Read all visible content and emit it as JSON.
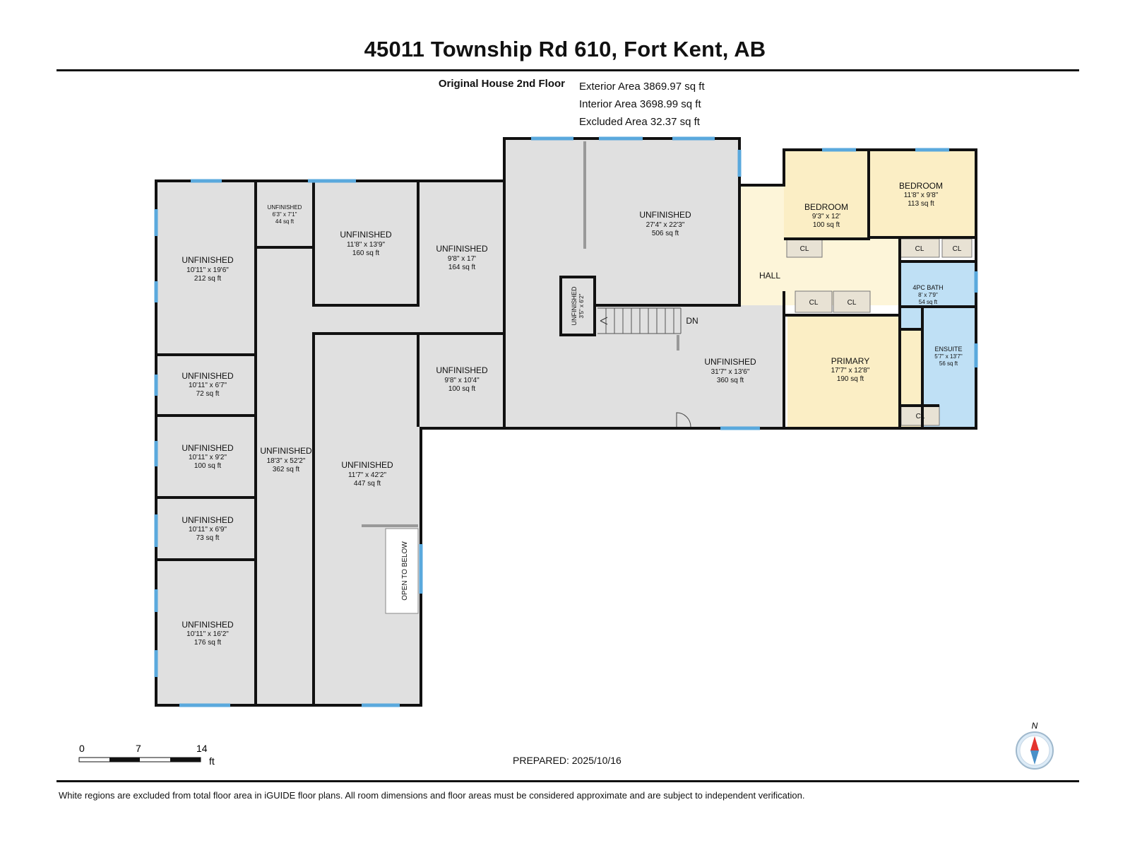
{
  "header": {
    "address": "45011 Township Rd 610, Fort Kent, AB",
    "floor_name": "Original House 2nd Floor",
    "exterior_area": "Exterior Area 3869.97 sq ft",
    "interior_area": "Interior Area 3698.99 sq ft",
    "excluded_area": "Excluded Area 32.37 sq ft"
  },
  "colors": {
    "wall": "#111111",
    "unfinished": "#e0e0e0",
    "bedroom": "#fbeec5",
    "hall": "#fdf5d9",
    "bath": "#bfe0f5",
    "closet": "#e8e2d4",
    "window": "#5aa9dd"
  },
  "rooms": {
    "r1": {
      "name": "UNFINISHED",
      "dims": "10'11\" x 19'6\"",
      "area": "212 sq ft"
    },
    "r2": {
      "name": "UNFINISHED",
      "dims": "6'3\" x 7'1\"",
      "area": "44 sq ft"
    },
    "r3": {
      "name": "UNFINISHED",
      "dims": "11'8\" x 13'9\"",
      "area": "160 sq ft"
    },
    "r4": {
      "name": "UNFINISHED",
      "dims": "9'8\" x 17'",
      "area": "164 sq ft"
    },
    "r5": {
      "name": "UNFINISHED",
      "dims": "27'4\" x 22'3\"",
      "area": "506 sq ft"
    },
    "r6": {
      "name": "BEDROOM",
      "dims": "9'3\" x 12'",
      "area": "100 sq ft"
    },
    "r7": {
      "name": "BEDROOM",
      "dims": "11'8\" x 9'8\"",
      "area": "113 sq ft"
    },
    "r8": {
      "name": "UNFINISHED",
      "dims": "10'11\" x 6'7\"",
      "area": "72 sq ft"
    },
    "r9": {
      "name": "UNFINISHED",
      "dims": "9'8\" x 10'4\"",
      "area": "100 sq ft"
    },
    "r10": {
      "name": "UNFINISHED",
      "dims": "31'7\" x 13'6\"",
      "area": "360 sq ft"
    },
    "r11": {
      "name": "PRIMARY",
      "dims": "17'7\" x 12'8\"",
      "area": "190 sq ft"
    },
    "r12": {
      "name": "4PC BATH",
      "dims": "8' x 7'9\"",
      "area": "54 sq ft"
    },
    "r13": {
      "name": "ENSUITE",
      "dims": "5'7\" x 13'7\"",
      "area": "56 sq ft"
    },
    "r14": {
      "name": "UNFINISHED",
      "dims": "10'11\" x 9'2\"",
      "area": "100 sq ft"
    },
    "r15": {
      "name": "UNFINISHED",
      "dims": "18'3\" x 52'2\"",
      "area": "362 sq ft"
    },
    "r16": {
      "name": "UNFINISHED",
      "dims": "11'7\" x 42'2\"",
      "area": "447 sq ft"
    },
    "r17": {
      "name": "UNFINISHED",
      "dims": "10'11\" x 6'9\"",
      "area": "73 sq ft"
    },
    "r18": {
      "name": "UNFINISHED",
      "dims": "10'11\" x 16'2\"",
      "area": "176 sq ft"
    },
    "r19": {
      "name": "UNFINISHED",
      "dims": "3'5\" x 6'2\""
    }
  },
  "labels": {
    "hall": "HALL",
    "dn": "DN",
    "open_to_below": "OPEN TO BELOW",
    "closet": "CL"
  },
  "scale": {
    "ticks": [
      "0",
      "7",
      "14"
    ],
    "unit": "ft"
  },
  "prepared": "PREPARED: 2025/10/16",
  "north": "N",
  "footer": "White regions are excluded from total floor area in iGUIDE floor plans. All room dimensions and floor areas must be considered approximate and are subject to independent verification."
}
